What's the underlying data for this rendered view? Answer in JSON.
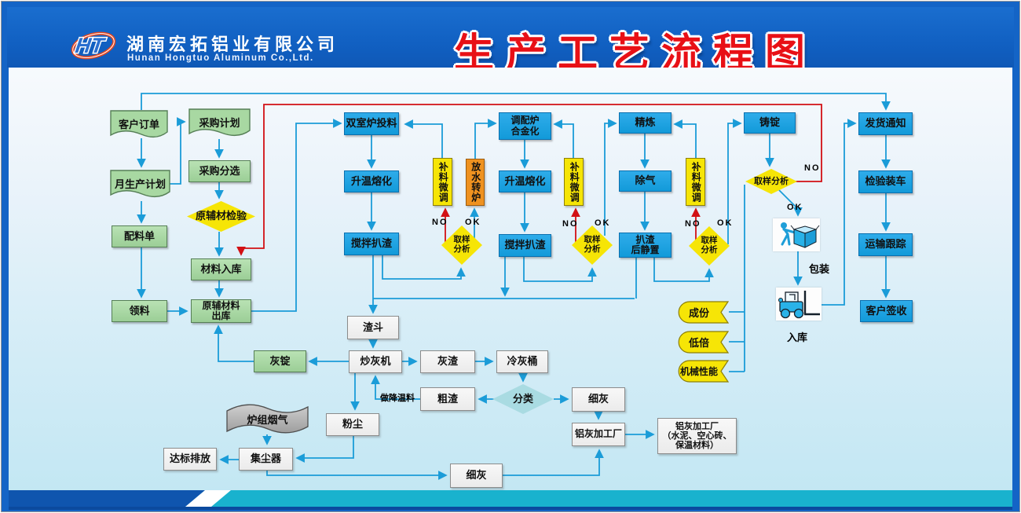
{
  "header": {
    "logo": "HT",
    "company_cn": "湖南宏拓铝业有限公司",
    "company_en": "Hunan Hongtuo Aluminum Co.,Ltd.",
    "title": "生产工艺流程图"
  },
  "nodes": {
    "customer_order": "客户订单",
    "monthly_plan": "月生产计划",
    "batching_list": "配料单",
    "material_request": "领料",
    "purchase_plan": "采购计划",
    "purchase_sorting": "采购分选",
    "raw_inspection": "原辅材检验",
    "material_storage": "材料入库",
    "raw_outbound": "原辅材料\n出库",
    "dual_feeding": "双室炉投料",
    "melting": "升温熔化",
    "stirring_slag": "搅拌扒渣",
    "feed_adjust": "补料微调",
    "water_transfer": "放水转炉",
    "sampling_small": "取样\n分析",
    "sampling_wide": "取样分析",
    "alloying": "调配炉\n合金化",
    "refining": "精炼",
    "degassing": "除气",
    "slag_settling": "扒渣\n后静置",
    "casting": "铸锭",
    "composition": "成份",
    "low_magnification": "低倍",
    "mechanical": "机械性能",
    "delivery_notice": "发货通知",
    "inspection_loading": "检验装车",
    "transport_tracking": "运输跟踪",
    "customer_receipt": "客户签收",
    "slag_hopper": "渣斗",
    "ash_ingot": "灰锭",
    "ash_fryer": "炒灰机",
    "ash_slag": "灰渣",
    "cooling_bucket": "冷灰桶",
    "classification": "分类",
    "coarse_slag": "粗渣",
    "fine_ash": "细灰",
    "ash_factory": "铝灰加工厂",
    "ash_factory_detail": "铝灰加工厂\n（水泥、空心砖、\n保温材料）",
    "dust": "粉尘",
    "furnace_smoke": "炉组烟气",
    "dust_collector": "集尘器",
    "emission": "达标排放"
  },
  "labels": {
    "no": "NO",
    "ok": "OK",
    "packing": "包装",
    "warehouse_in": "入库",
    "cooling_material": "做降温料"
  },
  "colors": {
    "header_blue": "#1160c2",
    "title_red": "#e81016",
    "process_blue": "#1a9fdd",
    "plan_green": "#a6d6a0",
    "decision_yellow": "#f6e506",
    "transfer_orange": "#ef9220",
    "classify_teal": "#a9dbe2",
    "arrow_blue": "#1b9cd8",
    "arrow_red": "#d21014",
    "footer_cyan": "#19b2ce",
    "footer_blue": "#0f55ae"
  }
}
